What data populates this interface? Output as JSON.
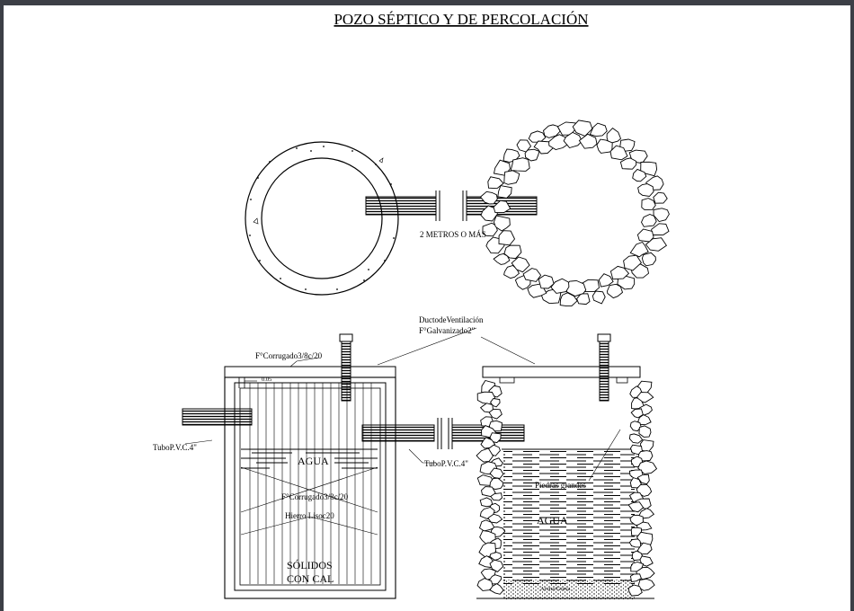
{
  "title": "POZO SÉPTICO Y DE PERCOLACIÓN",
  "labels": {
    "distance": "2 METROS O MÁS",
    "vent_duct_1": "DuctodeVentilación",
    "vent_duct_2": "F°Galvanizado2\"",
    "rebar_top": "F°Corrugado3/8c/20",
    "dim_005": "0.05",
    "pipe_left": "TuboP.V.C.4\"",
    "pipe_mid": "TuboP.V.C.4\"",
    "water_left": "AGUA",
    "rebar_mid": "F°Corrugado3/8c/20",
    "smooth_iron": "Hierro Lisoc20",
    "solids_1": "SÓLIDOS",
    "solids_2": "CON CAL",
    "big_stones": "Piedras grandes",
    "water_right": "AGUA",
    "gravel": "Arena/Grava"
  },
  "colors": {
    "frame": "#3c3f46",
    "ink": "#000000",
    "paper": "#ffffff"
  }
}
